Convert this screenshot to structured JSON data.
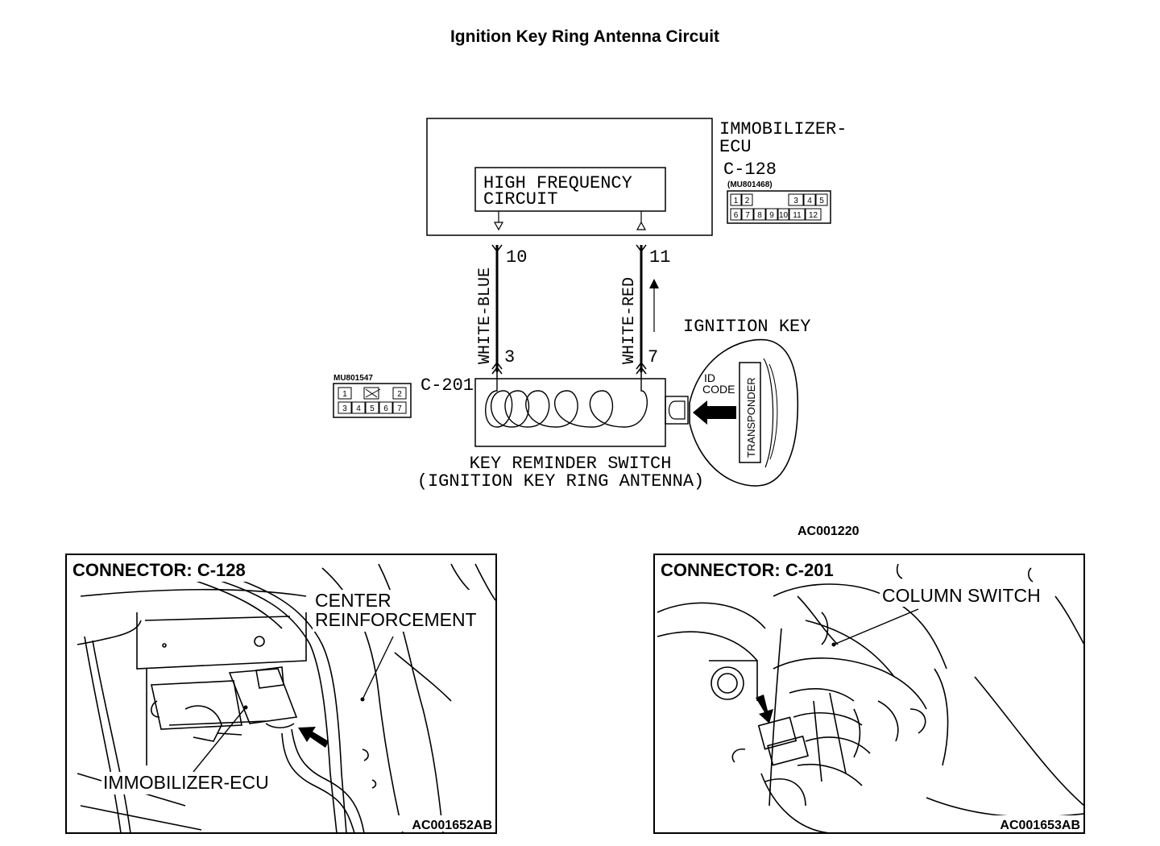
{
  "title": "Ignition Key Ring Antenna Circuit",
  "diagram": {
    "ecu": {
      "name_line1": "IMMOBILIZER-",
      "name_line2": "ECU",
      "connector": "C-128",
      "part_no": "(MU801468)",
      "pins_top": [
        "1",
        "2",
        "",
        "3",
        "4",
        "5"
      ],
      "pins_bottom": [
        "6",
        "7",
        "8",
        "9",
        "10",
        "11",
        "12"
      ]
    },
    "hf_circuit": {
      "line1": "HIGH FREQUENCY",
      "line2": "CIRCUIT"
    },
    "wires": [
      {
        "color": "WHITE-BLUE",
        "ecu_pin": "10",
        "switch_pin": "3"
      },
      {
        "color": "WHITE-RED",
        "ecu_pin": "11",
        "switch_pin": "7"
      }
    ],
    "switch": {
      "connector": "C-201",
      "part_no": "MU801547",
      "pins_top": [
        "1",
        "",
        "2"
      ],
      "pins_bottom": [
        "3",
        "4",
        "5",
        "6",
        "7"
      ],
      "label_line1": "KEY REMINDER SWITCH",
      "label_line2": "(IGNITION KEY RING ANTENNA)"
    },
    "key": {
      "label": "IGNITION KEY",
      "id_line1": "ID",
      "id_line2": "CODE",
      "transponder": "TRANSPONDER"
    },
    "figure_code": "AC001220"
  },
  "panels": [
    {
      "heading": "CONNECTOR: C-128",
      "callout1_line1": "CENTER",
      "callout1_line2": "REINFORCEMENT",
      "callout2": "IMMOBILIZER-ECU",
      "code": "AC001652AB"
    },
    {
      "heading": "CONNECTOR: C-201",
      "callout1": "COLUMN SWITCH",
      "code": "AC001653AB"
    }
  ]
}
